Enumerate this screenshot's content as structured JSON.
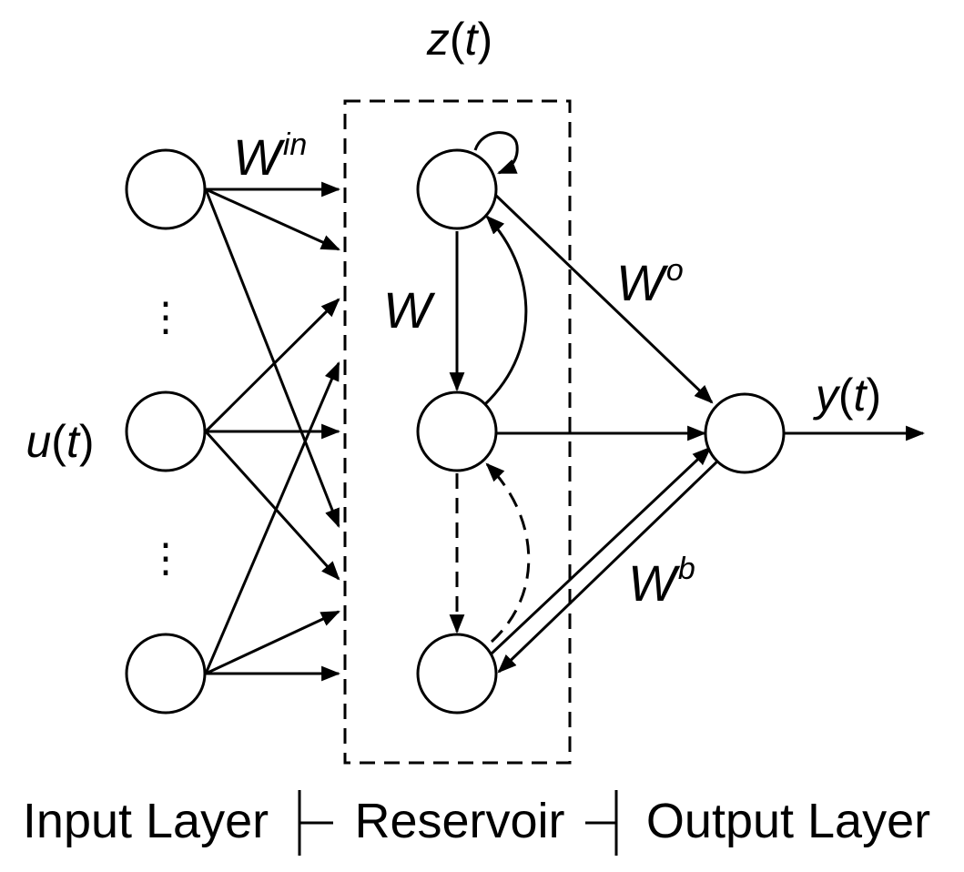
{
  "labels": {
    "reservoir_state": {
      "base": "z",
      "arg": "t"
    },
    "input_signal": {
      "base": "u",
      "arg": "t"
    },
    "output_signal": {
      "base": "y",
      "arg": "t"
    },
    "input_weights": {
      "base": "W",
      "sup": "in"
    },
    "reservoir_weights": {
      "base": "W"
    },
    "output_weights": {
      "base": "W",
      "sup": "o"
    },
    "feedback_weights": {
      "base": "W",
      "sup": "b"
    },
    "input_ellipsis": "⋮"
  },
  "sections": {
    "input": "Input Layer",
    "reservoir": "Reservoir",
    "output": "Output Layer"
  },
  "paren_open": "(",
  "paren_close": ")"
}
